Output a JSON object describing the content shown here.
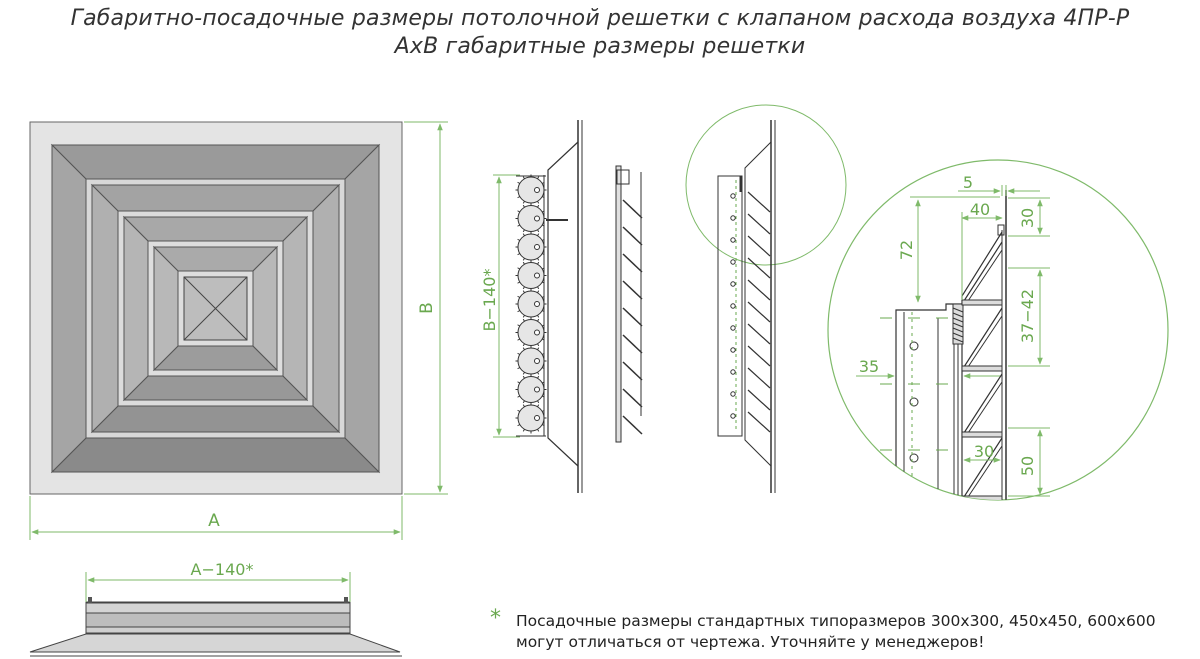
{
  "title_line1": "Габаритно-посадочные размеры потолочной решетки с клапаном расхода воздуха 4ПР-Р",
  "title_line2": "AxB габаритные размеры решетки",
  "dimensions": {
    "a": "A",
    "b": "B",
    "a_minus": "A−140*",
    "b_minus": "B−140*",
    "d5": "5",
    "d40": "40",
    "d30_top": "30",
    "d72": "72",
    "d37_42": "37−42",
    "d35": "35",
    "d30_bottom": "30",
    "d50": "50"
  },
  "note": {
    "star": "*",
    "line1": "Посадочные размеры стандартных типоразмеров 300x300, 450x450, 600x600",
    "line2": "могут отличаться от чертежа. Уточняйте у менеджеров!"
  },
  "colors": {
    "dimension_green": "#6aa84f",
    "frame_light": "#e4e4e4",
    "bevel_dark": "#8f8f8f",
    "bevel_mid": "#a8a8a8",
    "bevel_light": "#c2c2c2"
  }
}
